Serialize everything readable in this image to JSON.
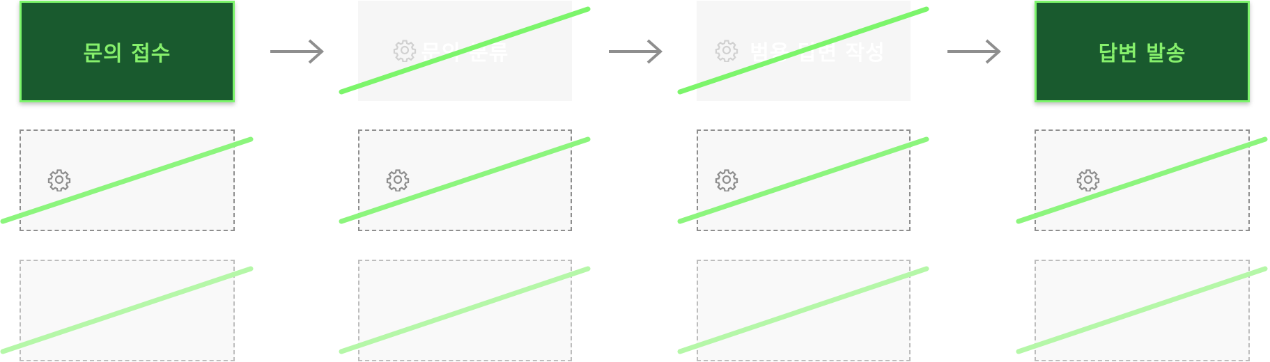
{
  "diagram": {
    "steps": [
      {
        "label": "문의 접수",
        "state": "active"
      },
      {
        "label": "문의 분류",
        "state": "inactive"
      },
      {
        "label": "범용 답변 작성",
        "state": "inactive"
      },
      {
        "label": "답변 발송",
        "state": "active"
      }
    ],
    "connector_icon": "right-arrow-icon",
    "row2_icon": "gear-icon",
    "colors": {
      "active_fill": "#195a2e",
      "active_border": "#7cf56b",
      "active_text": "#86f06c",
      "arrow": "#8e8e8e",
      "strike": "#7cf56b",
      "strike_light": "#b5f7a8",
      "dashed_border": "#8e8e8e"
    }
  }
}
